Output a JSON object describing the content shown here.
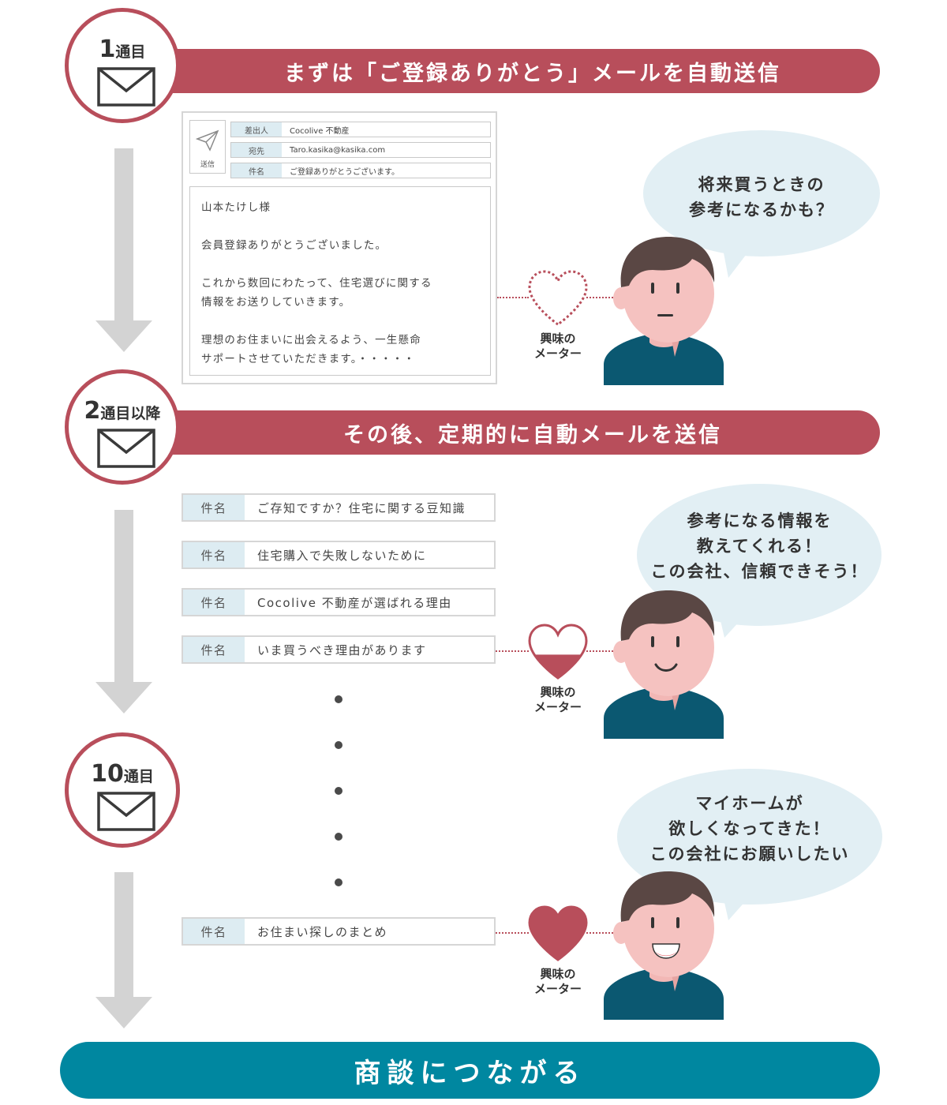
{
  "steps": [
    {
      "num": "1",
      "suffix": "通目",
      "band": "まずは「ご登録ありがとう」メールを自動送信"
    },
    {
      "num": "2",
      "suffix": "通目以降",
      "band": "その後、定期的に自動メールを送信"
    },
    {
      "num": "10",
      "suffix": "通目"
    }
  ],
  "mail": {
    "send_label": "送信",
    "headers": [
      {
        "key": "差出人",
        "value": "Cocolive 不動産"
      },
      {
        "key": "宛先",
        "value": "Taro.kasika@kasika.com"
      },
      {
        "key": "件名",
        "value": "ご登録ありがとうございます。"
      }
    ],
    "body": [
      "山本たけし様",
      "会員登録ありがとうございました。",
      "これから数回にわたって、住宅選びに関する\n情報をお送りしていきます。",
      "理想のお住まいに出会えるよう、一生懸命\nサポートさせていただきます。・・・・・"
    ]
  },
  "subject_key": "件名",
  "subjects": [
    "ご存知ですか？住宅に関する豆知識",
    "住宅購入で失敗しないために",
    "Cocolive 不動産が選ばれる理由",
    "いま買うべき理由があります",
    "お住まい探しのまとめ"
  ],
  "bubbles": [
    "将来買うときの\n参考になるかも？",
    "参考になる情報を\n教えてくれる！\nこの会社、信頼できそう！",
    "マイホームが\n欲しくなってきた！\nこの会社にお願いしたい"
  ],
  "meter_label": "興味の\nメーター",
  "meter_levels": [
    0,
    0.45,
    1
  ],
  "final": "商談につながる",
  "colors": {
    "accent": "#b84e5b",
    "teal": "#0087a0",
    "arrow": "#d3d3d3",
    "bubble": "#e2eff4",
    "label_bg": "#ddecf2"
  }
}
